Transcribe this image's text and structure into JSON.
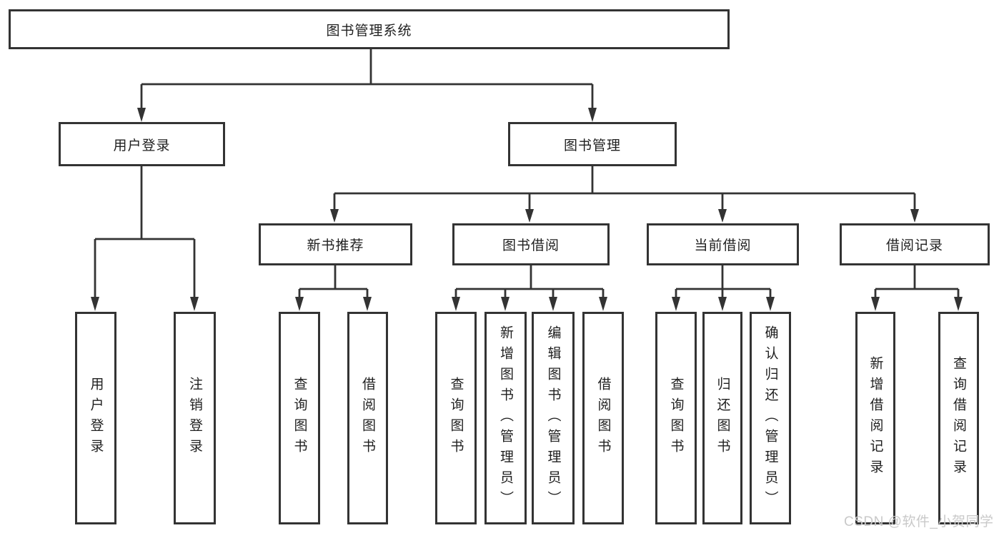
{
  "title": "图书管理系统",
  "tree": {
    "root": {
      "label": "图书管理系统"
    },
    "branches": [
      {
        "label": "用户登录",
        "children": [
          {
            "label": "用户登录"
          },
          {
            "label": "注销登录"
          }
        ]
      },
      {
        "label": "图书管理",
        "sections": [
          {
            "label": "新书推荐",
            "children": [
              {
                "label": "查询图书"
              },
              {
                "label": "借阅图书"
              }
            ]
          },
          {
            "label": "图书借阅",
            "children": [
              {
                "label": "查询图书"
              },
              {
                "label": "新增图书（管理员）"
              },
              {
                "label": "编辑图书（管理员）"
              },
              {
                "label": "借阅图书"
              }
            ]
          },
          {
            "label": "当前借阅",
            "children": [
              {
                "label": "查询图书"
              },
              {
                "label": "归还图书"
              },
              {
                "label": "确认归还（管理员）"
              }
            ]
          },
          {
            "label": "借阅记录",
            "children": [
              {
                "label": "新增借阅记录"
              },
              {
                "label": "查询借阅记录"
              }
            ]
          }
        ]
      }
    ]
  },
  "watermark": {
    "text": "CSDN @软件_小贺同学",
    "color": "#c9c9c9"
  },
  "colors": {
    "line_color": "#333333",
    "box_border_color": "#333333",
    "box_bg": "#ffffff",
    "text_color": "#1f1f1f",
    "page_bg": "#ffffff"
  }
}
